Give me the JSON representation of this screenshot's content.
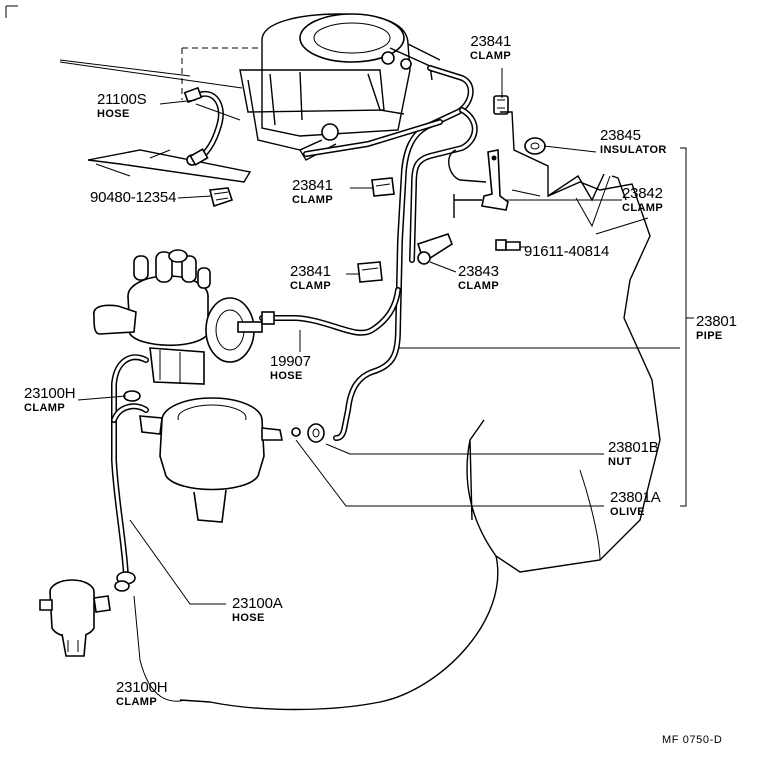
{
  "parts": [
    {
      "key": "p23841a",
      "number": "23841",
      "name": "CLAMP"
    },
    {
      "key": "p21100s",
      "number": "21100S",
      "name": "HOSE"
    },
    {
      "key": "p90480",
      "number": "90480-12354",
      "name": ""
    },
    {
      "key": "p23845",
      "number": "23845",
      "name": "INSULATOR"
    },
    {
      "key": "p23841b",
      "number": "23841",
      "name": "CLAMP"
    },
    {
      "key": "p23842",
      "number": "23842",
      "name": "CLAMP"
    },
    {
      "key": "p91611",
      "number": "91611-40814",
      "name": ""
    },
    {
      "key": "p23841c",
      "number": "23841",
      "name": "CLAMP"
    },
    {
      "key": "p23843",
      "number": "23843",
      "name": "CLAMP"
    },
    {
      "key": "p23801",
      "number": "23801",
      "name": "PIPE"
    },
    {
      "key": "p19907",
      "number": "19907",
      "name": "HOSE"
    },
    {
      "key": "p23100h_top",
      "number": "23100H",
      "name": "CLAMP"
    },
    {
      "key": "p23801b",
      "number": "23801B",
      "name": "NUT"
    },
    {
      "key": "p23801a",
      "number": "23801A",
      "name": "OLIVE"
    },
    {
      "key": "p23100a",
      "number": "23100A",
      "name": "HOSE"
    },
    {
      "key": "p23100h_bot",
      "number": "23100H",
      "name": "CLAMP"
    }
  ],
  "diagram_code": "MF 0750-D"
}
